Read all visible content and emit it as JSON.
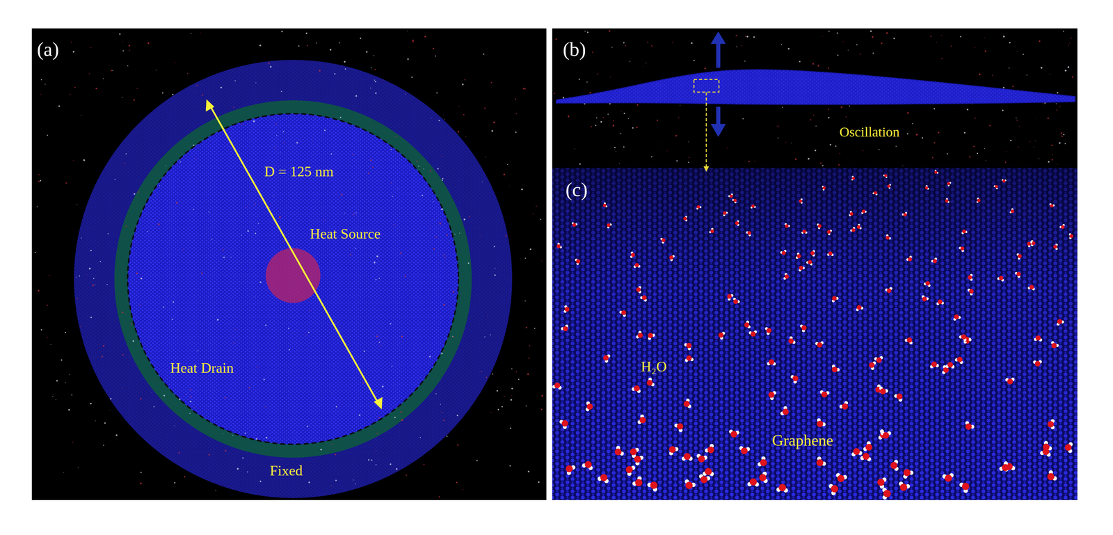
{
  "diagram": {
    "labels": [
      "(a)",
      "D = 125 nm",
      "Heat Source",
      "Heat Drain",
      "Fixed",
      "(b)",
      "Oscillation",
      "(c)",
      "H₂O",
      "Graphene"
    ]
  }
}
